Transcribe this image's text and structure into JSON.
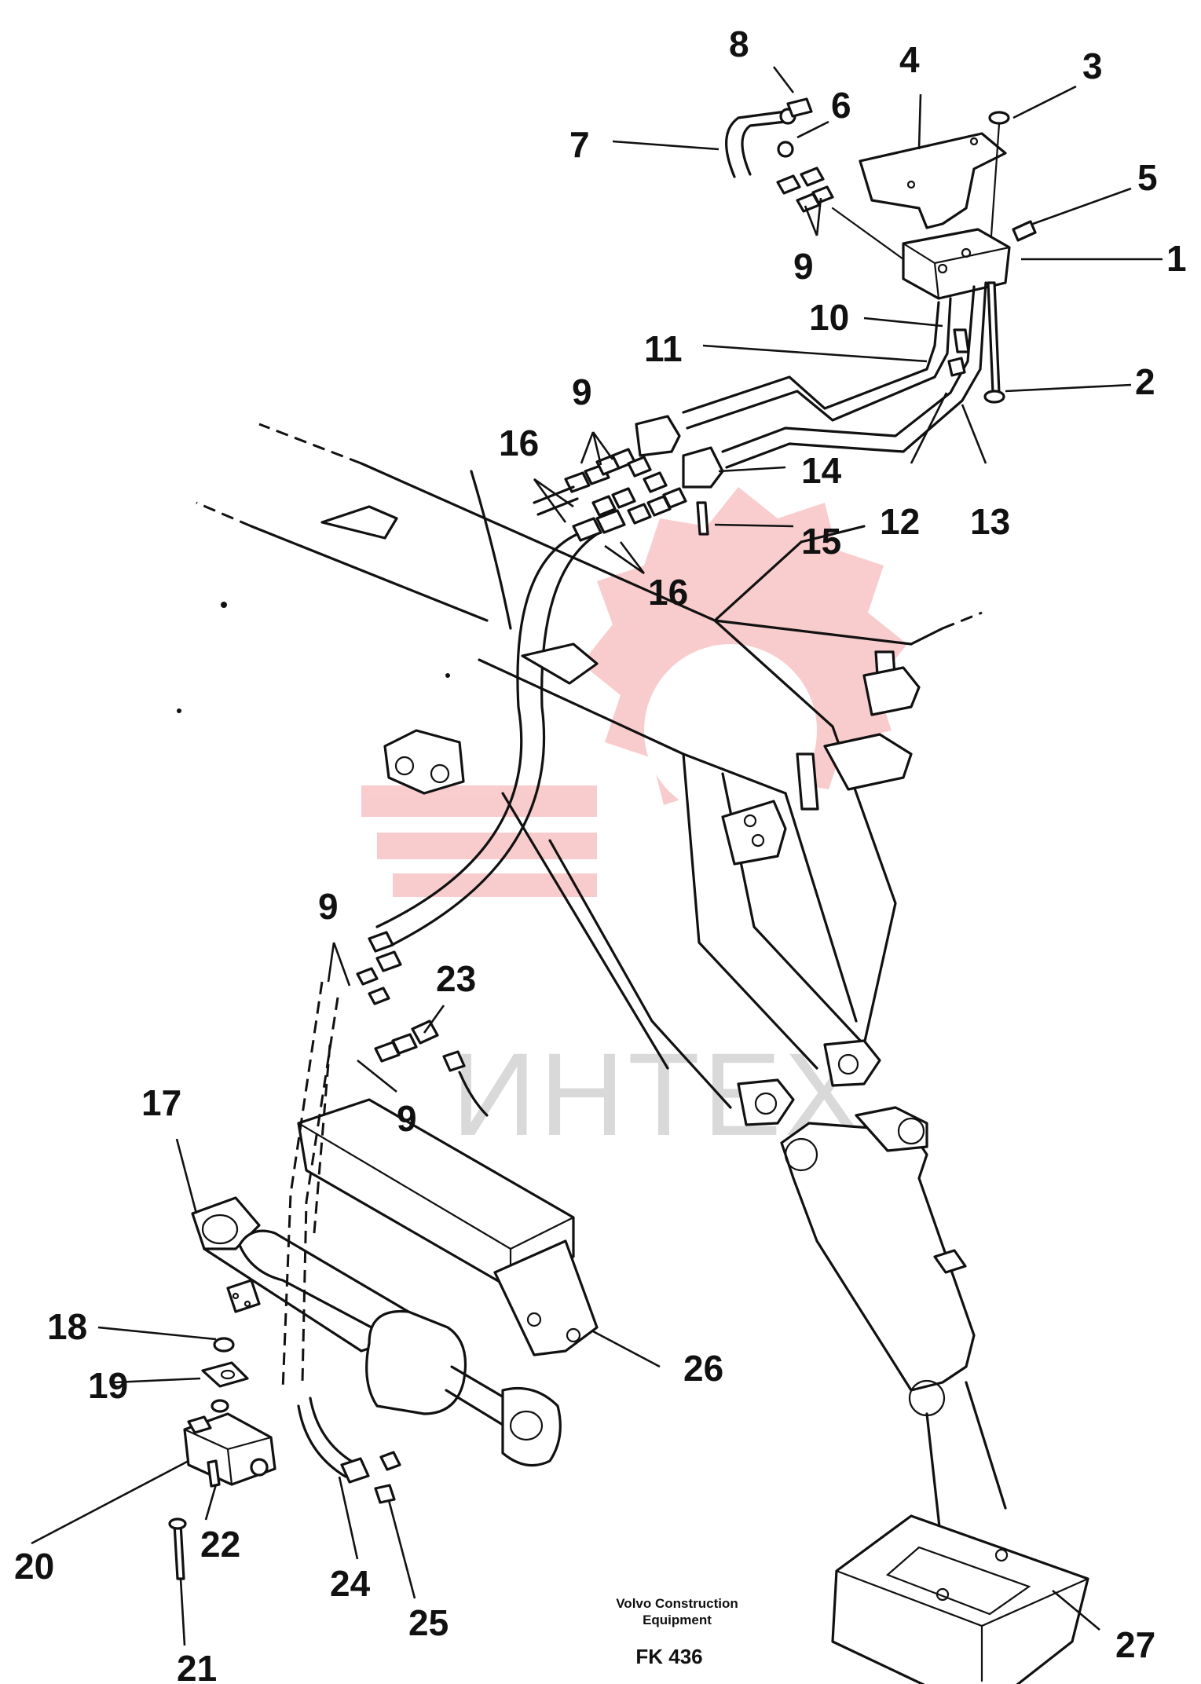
{
  "callouts": [
    {
      "id": "c1",
      "text": "1"
    },
    {
      "id": "c2",
      "text": "2"
    },
    {
      "id": "c3",
      "text": "3"
    },
    {
      "id": "c4",
      "text": "4"
    },
    {
      "id": "c5",
      "text": "5"
    },
    {
      "id": "c6",
      "text": "6"
    },
    {
      "id": "c7",
      "text": "7"
    },
    {
      "id": "c8",
      "text": "8"
    },
    {
      "id": "c9a",
      "text": "9"
    },
    {
      "id": "c9b",
      "text": "9"
    },
    {
      "id": "c9c",
      "text": "9"
    },
    {
      "id": "c9d",
      "text": "9"
    },
    {
      "id": "c10",
      "text": "10"
    },
    {
      "id": "c11",
      "text": "11"
    },
    {
      "id": "c12",
      "text": "12"
    },
    {
      "id": "c13",
      "text": "13"
    },
    {
      "id": "c14",
      "text": "14"
    },
    {
      "id": "c15",
      "text": "15"
    },
    {
      "id": "c16a",
      "text": "16"
    },
    {
      "id": "c16b",
      "text": "16"
    },
    {
      "id": "c17",
      "text": "17"
    },
    {
      "id": "c18",
      "text": "18"
    },
    {
      "id": "c19",
      "text": "19"
    },
    {
      "id": "c20",
      "text": "20"
    },
    {
      "id": "c21",
      "text": "21"
    },
    {
      "id": "c22",
      "text": "22"
    },
    {
      "id": "c23",
      "text": "23"
    },
    {
      "id": "c24",
      "text": "24"
    },
    {
      "id": "c25",
      "text": "25"
    },
    {
      "id": "c26",
      "text": "26"
    },
    {
      "id": "c27",
      "text": "27"
    }
  ],
  "caption": {
    "line1": "Volvo Construction",
    "line2": "Equipment",
    "code": "FK 436"
  },
  "watermark": {
    "text": "ИНТЕХ",
    "color": "#e94a4a"
  }
}
